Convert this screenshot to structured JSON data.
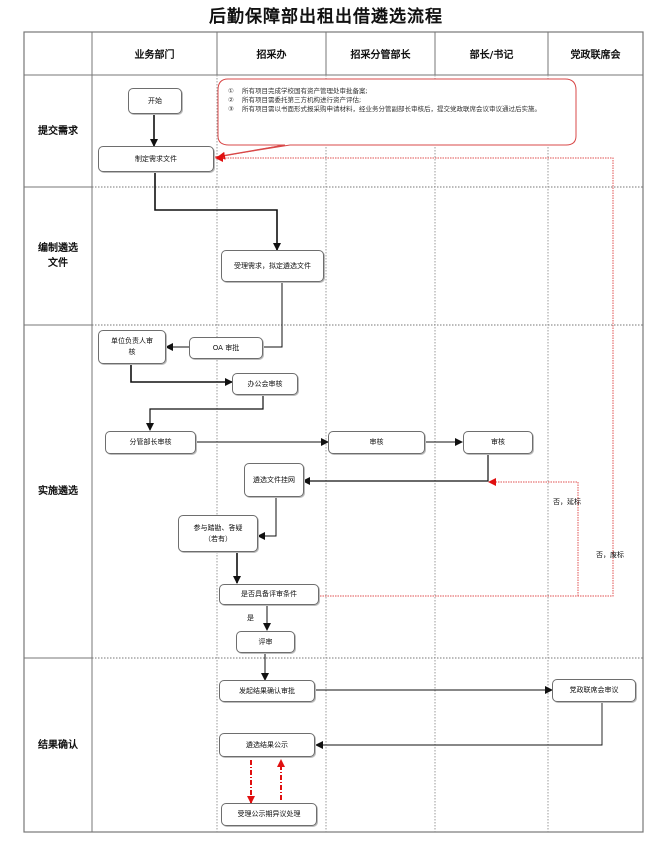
{
  "title": "后勤保障部出租出借遴选流程",
  "columns": [
    "",
    "业务部门",
    "招采办",
    "招采分管部长",
    "部长/书记",
    "党政联席会"
  ],
  "lanes": [
    "提交需求",
    "编制遴选\n文件",
    "实施遴选",
    "结果确认"
  ],
  "note": {
    "items": [
      {
        "num": "①",
        "text": "所有项目完成学校国有资产管理处审批备案;"
      },
      {
        "num": "②",
        "text": "所有项目需委托第三方机构进行资产评估;"
      },
      {
        "num": "③",
        "text": "所有项目需以书面形式报采购申请材料，经业务分管副部长审核后，提交党政联席会议审议通过后实施。"
      }
    ]
  },
  "nodes": {
    "start": "开始",
    "draft_request": "制定需求文件",
    "accept_request": "受理需求，拟定遴选文件",
    "oa_submit": "OA 审批",
    "unit_head_review": "单位负责人审核",
    "office_meeting_review": "办公会审核",
    "division_head_review": "分管部长审核",
    "procurement_head_review": "审核",
    "minister_review": "审核",
    "publish_docs": "遴选文件挂网",
    "participate_qa": "参与踏勘、答疑（若有）",
    "evaluation_condition": "是否具备评审条件",
    "evaluation": "评审",
    "initiate_approval": "发起结果确认审批",
    "joint_meeting_review": "党政联席会审议",
    "publicize_result": "遴选结果公示",
    "handle_objection": "受理公示期异议处理"
  },
  "edge_labels": {
    "yes": "是",
    "no_delay": "否，延标",
    "no_abandon": "否，废标"
  },
  "colors": {
    "line": "#333333",
    "grid": "#8a8a8a",
    "feedback": "#e23b3b"
  }
}
